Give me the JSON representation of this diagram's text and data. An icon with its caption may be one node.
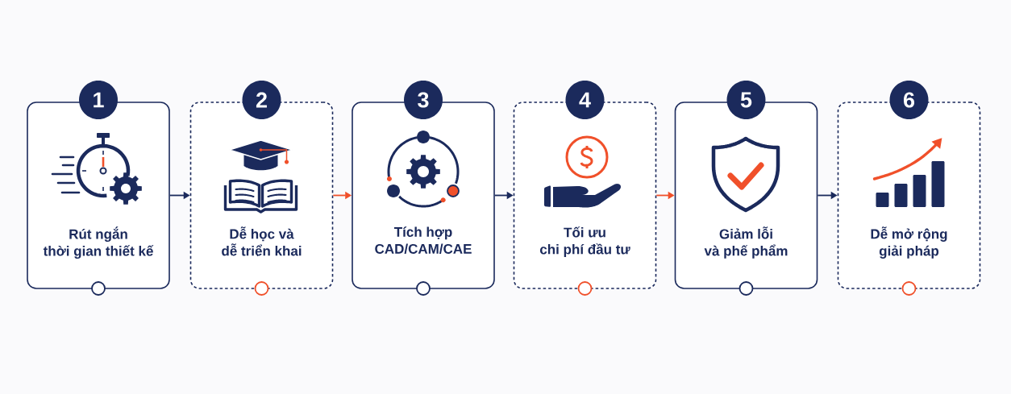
{
  "diagram": {
    "nodes": [
      {
        "text": [
          "1"
        ]
      },
      {
        "text": [
          "Rút ngắn thời gian thiết kế"
        ]
      },
      {
        "text": [
          "2"
        ]
      },
      {
        "text": [
          "Dễ học và dễ triển khai"
        ]
      },
      {
        "text": [
          "3"
        ]
      },
      {
        "text": [
          "Tích hợp CAD/CAM/CAE"
        ]
      },
      {
        "text": [
          "4"
        ]
      },
      {
        "text": [
          "Tối ưu chi phí đầu tư"
        ]
      },
      {
        "text": [
          "5"
        ]
      },
      {
        "text": [
          "Giảm lỗi và phế phẩm"
        ]
      },
      {
        "text": [
          "6"
        ]
      },
      {
        "text": [
          "Dễ mở rộng giải pháp"
        ]
      }
    ],
    "edges": [
      {
        "from": 1,
        "to": 3,
        "arrow": "to"
      },
      {
        "from": 3,
        "to": 5,
        "arrow": "to",
        "color": "#f0502a"
      },
      {
        "from": 5,
        "to": 7,
        "arrow": "to"
      },
      {
        "from": 7,
        "to": 9,
        "arrow": "to",
        "color": "#f0502a"
      },
      {
        "from": 9,
        "to": 11,
        "arrow": "to"
      }
    ]
  }
}
